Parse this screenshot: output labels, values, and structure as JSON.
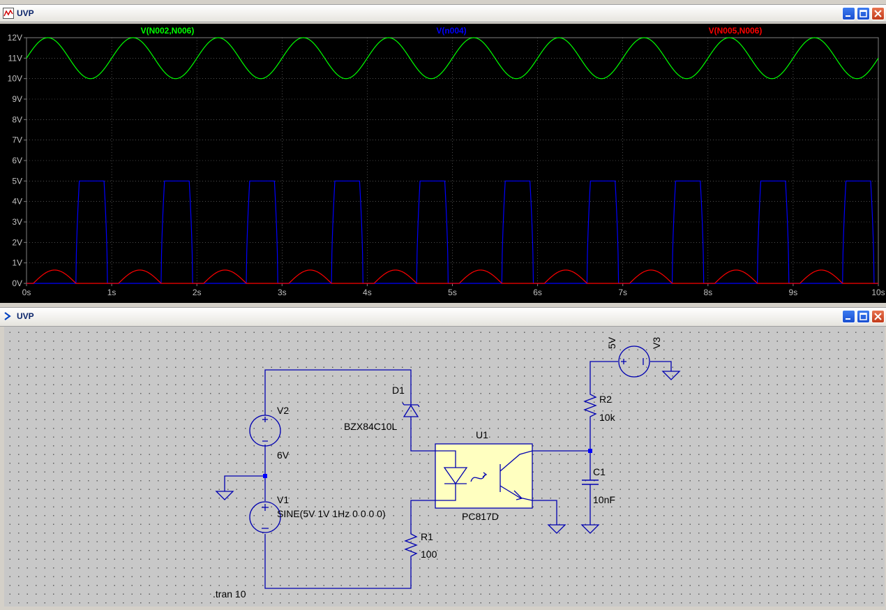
{
  "plot_window": {
    "title": "UVP"
  },
  "schematic_window": {
    "title": "UVP"
  },
  "chart_data": {
    "type": "line",
    "x_unit": "s",
    "y_unit": "V",
    "xlim": [
      0,
      10
    ],
    "ylim": [
      0,
      12
    ],
    "grid": true,
    "x_ticks": [
      "0s",
      "1s",
      "2s",
      "3s",
      "4s",
      "5s",
      "6s",
      "7s",
      "8s",
      "9s",
      "10s"
    ],
    "y_ticks": [
      "0V",
      "1V",
      "2V",
      "3V",
      "4V",
      "5V",
      "6V",
      "7V",
      "8V",
      "9V",
      "10V",
      "11V",
      "12V"
    ],
    "series": [
      {
        "name": "V(N002,N006)",
        "color": "#00ff00",
        "kind": "sine",
        "offset": 11,
        "amplitude": 1,
        "freq_hz": 1
      },
      {
        "name": "V(n004)",
        "color": "#0000ff",
        "kind": "pulse",
        "high": 5,
        "low": 0,
        "high_intervals": [
          [
            0.58,
            0.95
          ],
          [
            1.58,
            1.95
          ],
          [
            2.58,
            2.95
          ],
          [
            3.58,
            3.95
          ],
          [
            4.58,
            4.95
          ],
          [
            5.58,
            5.95
          ],
          [
            6.58,
            6.95
          ],
          [
            7.58,
            7.95
          ],
          [
            8.58,
            8.95
          ],
          [
            9.58,
            9.95
          ]
        ]
      },
      {
        "name": "V(N005,N006)",
        "color": "#ff0000",
        "kind": "humps",
        "peak": 0.65,
        "hump_intervals": [
          [
            0.08,
            0.58
          ],
          [
            1.08,
            1.58
          ],
          [
            2.08,
            2.58
          ],
          [
            3.08,
            3.58
          ],
          [
            4.08,
            4.58
          ],
          [
            5.08,
            5.58
          ],
          [
            6.08,
            6.58
          ],
          [
            7.08,
            7.58
          ],
          [
            8.08,
            8.58
          ],
          [
            9.08,
            9.58
          ]
        ]
      }
    ]
  },
  "schematic": {
    "labels": {
      "v2_name": "V2",
      "v2_value": "6V",
      "v1_name": "V1",
      "v1_value": "SINE(5V 1V 1Hz 0 0 0 0)",
      "d1_name": "D1",
      "d1_value": "BZX84C10L",
      "u1_name": "U1",
      "u1_value": "PC817D",
      "r1_name": "R1",
      "r1_value": "100",
      "r2_name": "R2",
      "r2_value": "10k",
      "c1_name": "C1",
      "c1_value": "10nF",
      "v3_name": "V3",
      "v3_value": "5V",
      "directive": ".tran 10"
    },
    "wire_color": "#0000b0"
  }
}
